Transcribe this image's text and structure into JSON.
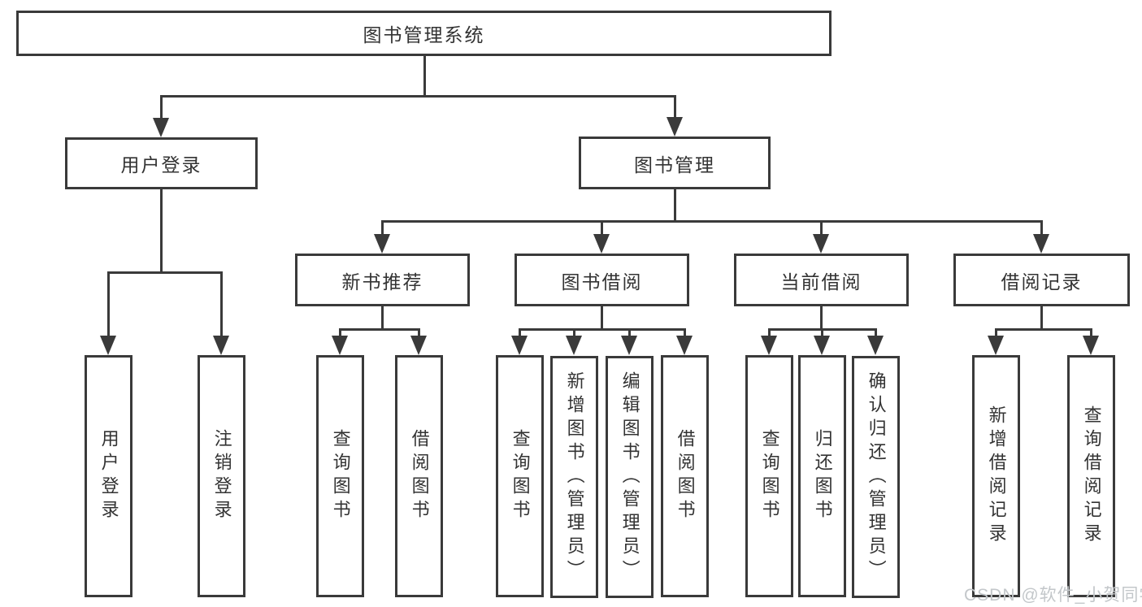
{
  "root": {
    "label": "图书管理系统"
  },
  "branches": {
    "user_login": {
      "label": "用户登录",
      "children": [
        "用户登录",
        "注销登录"
      ]
    },
    "book_management": {
      "label": "图书管理",
      "sections": {
        "new_book_recommend": {
          "label": "新书推荐",
          "children": [
            "查询图书",
            "借阅图书"
          ]
        },
        "book_borrow": {
          "label": "图书借阅",
          "children": [
            "查询图书",
            "新增图书（管理员）",
            "编辑图书（管理员）",
            "借阅图书"
          ]
        },
        "current_borrow": {
          "label": "当前借阅",
          "children": [
            "查询图书",
            "归还图书",
            "确认归还（管理员）"
          ]
        },
        "borrow_record": {
          "label": "借阅记录",
          "children": [
            "新增借阅记录",
            "查询借阅记录"
          ]
        }
      }
    }
  },
  "watermark": {
    "text": "CSDN @软件_小贺同学"
  },
  "colors": {
    "line": "#3a3a3a",
    "text": "#333333",
    "watermark": "#c3c7ca",
    "background": "#ffffff"
  }
}
